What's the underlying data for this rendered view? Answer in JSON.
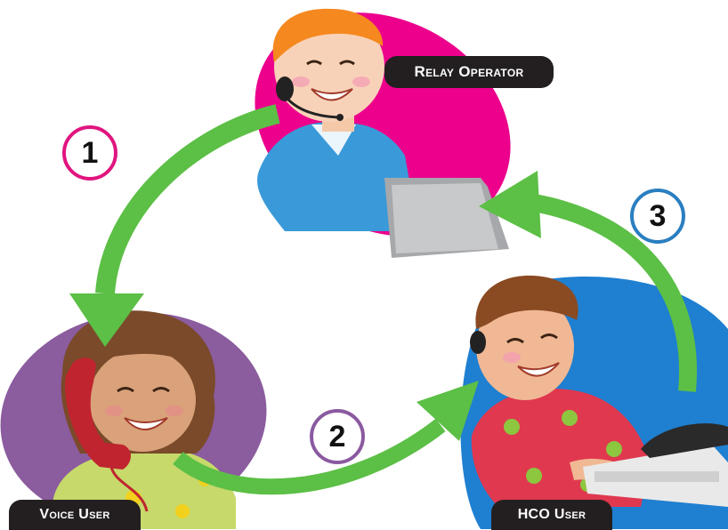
{
  "labels": {
    "relay_operator": "Relay Operator",
    "voice_user": "Voice User",
    "hco_user": "HCO User"
  },
  "steps": [
    {
      "number": "1",
      "color": "#e0157f"
    },
    {
      "number": "2",
      "color": "#8a5aa0"
    },
    {
      "number": "3",
      "color": "#2a7fc0"
    }
  ],
  "colors": {
    "arrow": "#5cbf46",
    "relay_bg": "#ec008c",
    "voice_bg": "#8b5c9e",
    "hco_bg": "#1f7fd0"
  }
}
